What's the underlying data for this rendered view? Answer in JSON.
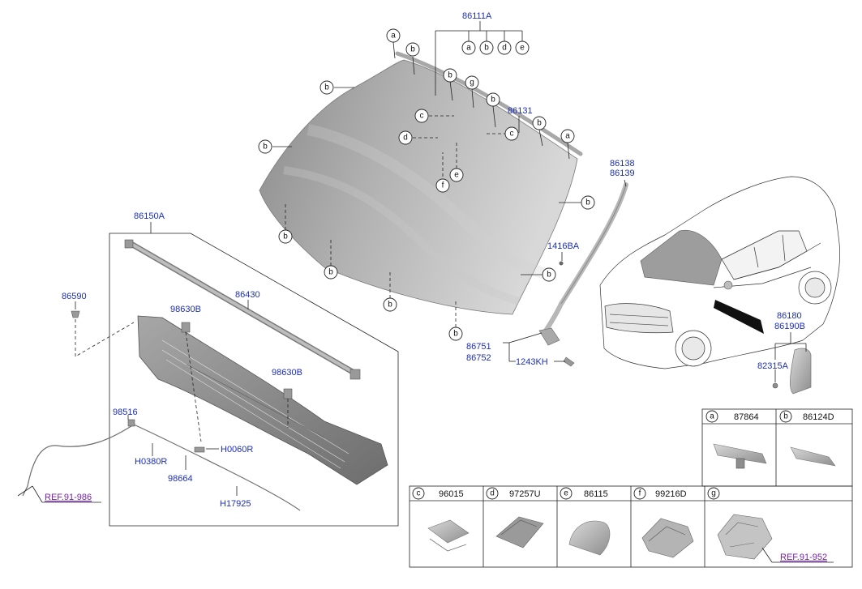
{
  "labels": {
    "p86111A": "86111A",
    "p86131": "86131",
    "p86138": "86138",
    "p86139": "86139",
    "p86150A": "86150A",
    "p86590": "86590",
    "p86430": "86430",
    "p98630B_1": "98630B",
    "p98630B_2": "98630B",
    "p98516": "98516",
    "pH0380R": "H0380R",
    "pH0060R": "H0060R",
    "p98664": "98664",
    "pH17925": "H17925",
    "p1416BA": "1416BA",
    "p86751": "86751",
    "p86752": "86752",
    "p1243KH": "1243KH",
    "p86180": "86180",
    "p86190B": "86190B",
    "p82315A": "82315A"
  },
  "refs": {
    "ref986": "REF.91-986",
    "ref952": "REF.91-952"
  },
  "letters": {
    "a": "a",
    "b": "b",
    "c": "c",
    "d": "d",
    "e": "e",
    "f": "f",
    "g": "g"
  },
  "table": {
    "top_row": [
      {
        "letter": "a",
        "part": "87864"
      },
      {
        "letter": "b",
        "part": "86124D"
      }
    ],
    "bottom_row": [
      {
        "letter": "c",
        "part": "96015"
      },
      {
        "letter": "d",
        "part": "97257U"
      },
      {
        "letter": "e",
        "part": "86115"
      },
      {
        "letter": "f",
        "part": "99216D"
      },
      {
        "letter": "g",
        "part": ""
      }
    ]
  },
  "colors": {
    "label_blue": "#1c2fb8",
    "ref_purple": "#7a1fb0",
    "glass_dark": "#8c8c8c",
    "glass_light": "#d2d2d2"
  }
}
